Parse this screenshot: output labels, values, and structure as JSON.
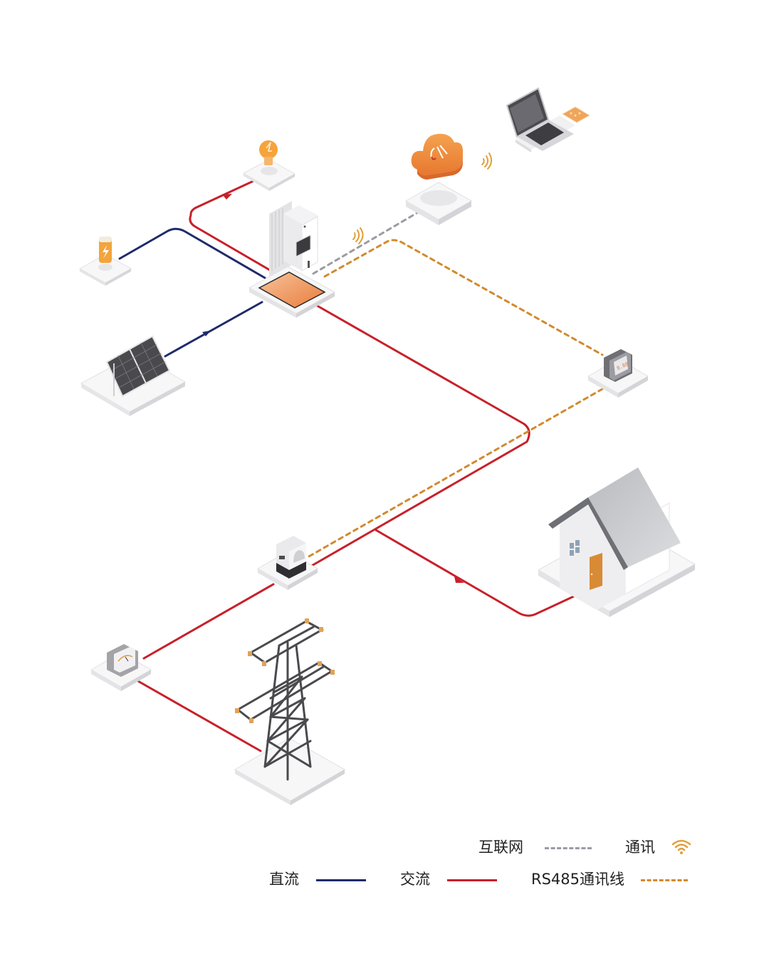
{
  "diagram": {
    "title": "",
    "nodes": [
      {
        "id": "load",
        "label": "",
        "icon": "light-bulb-icon"
      },
      {
        "id": "battery",
        "label": "",
        "icon": "battery-icon"
      },
      {
        "id": "pv",
        "label": "",
        "icon": "solar-panel-icon"
      },
      {
        "id": "inverter",
        "label": "",
        "icon": "inverter-icon"
      },
      {
        "id": "cloud",
        "label": "",
        "icon": "cloud-icon"
      },
      {
        "id": "router",
        "label": "",
        "icon": "router-icon"
      },
      {
        "id": "laptop",
        "label": "",
        "icon": "laptop-icon"
      },
      {
        "id": "phone",
        "label": "",
        "icon": "phone-icon"
      },
      {
        "id": "smart-meter",
        "label": "",
        "icon": "smart-meter-icon",
        "display": "8.88"
      },
      {
        "id": "ct",
        "label": "",
        "icon": "current-transformer-icon"
      },
      {
        "id": "grid-meter",
        "label": "",
        "icon": "grid-meter-icon"
      },
      {
        "id": "tower",
        "label": "",
        "icon": "transmission-tower-icon"
      },
      {
        "id": "house",
        "label": "",
        "icon": "house-icon"
      }
    ],
    "edges": [
      {
        "from": "pv",
        "to": "inverter",
        "type": "dc",
        "arrow": true
      },
      {
        "from": "battery",
        "to": "inverter",
        "type": "dc",
        "arrow": false
      },
      {
        "from": "inverter",
        "to": "load",
        "type": "ac",
        "arrow": true
      },
      {
        "from": "inverter",
        "to": "ct",
        "type": "ac",
        "arrow": false
      },
      {
        "from": "ct",
        "to": "house",
        "type": "ac",
        "arrow": true
      },
      {
        "from": "ct",
        "to": "grid-meter",
        "type": "ac",
        "arrow": false
      },
      {
        "from": "grid-meter",
        "to": "tower",
        "type": "ac",
        "arrow": false
      },
      {
        "from": "inverter",
        "to": "router",
        "type": "internet",
        "arrow": false
      },
      {
        "from": "inverter",
        "to": "smart-meter",
        "type": "rs485",
        "arrow": false
      },
      {
        "from": "smart-meter",
        "to": "ct",
        "type": "rs485",
        "arrow": false
      },
      {
        "from": "cloud",
        "to": "laptop",
        "type": "wireless",
        "arrow": false
      }
    ]
  },
  "colors": {
    "dc": "#1f2a6b",
    "ac": "#c8202a",
    "internet": "#9a9ca3",
    "rs485": "#d28a2e",
    "wireless": "#e0a03a",
    "accent_orange": "#ee8a3a"
  },
  "legend": {
    "internet": {
      "label": "互联网",
      "icon": "dashed-gray-line"
    },
    "wireless": {
      "label": "通讯",
      "icon": "wifi-icon"
    },
    "dc": {
      "label": "直流",
      "icon": "solid-navy-line"
    },
    "ac": {
      "label": "交流",
      "icon": "solid-red-line"
    },
    "rs485": {
      "label": "RS485通讯线",
      "icon": "dashed-orange-line"
    }
  }
}
